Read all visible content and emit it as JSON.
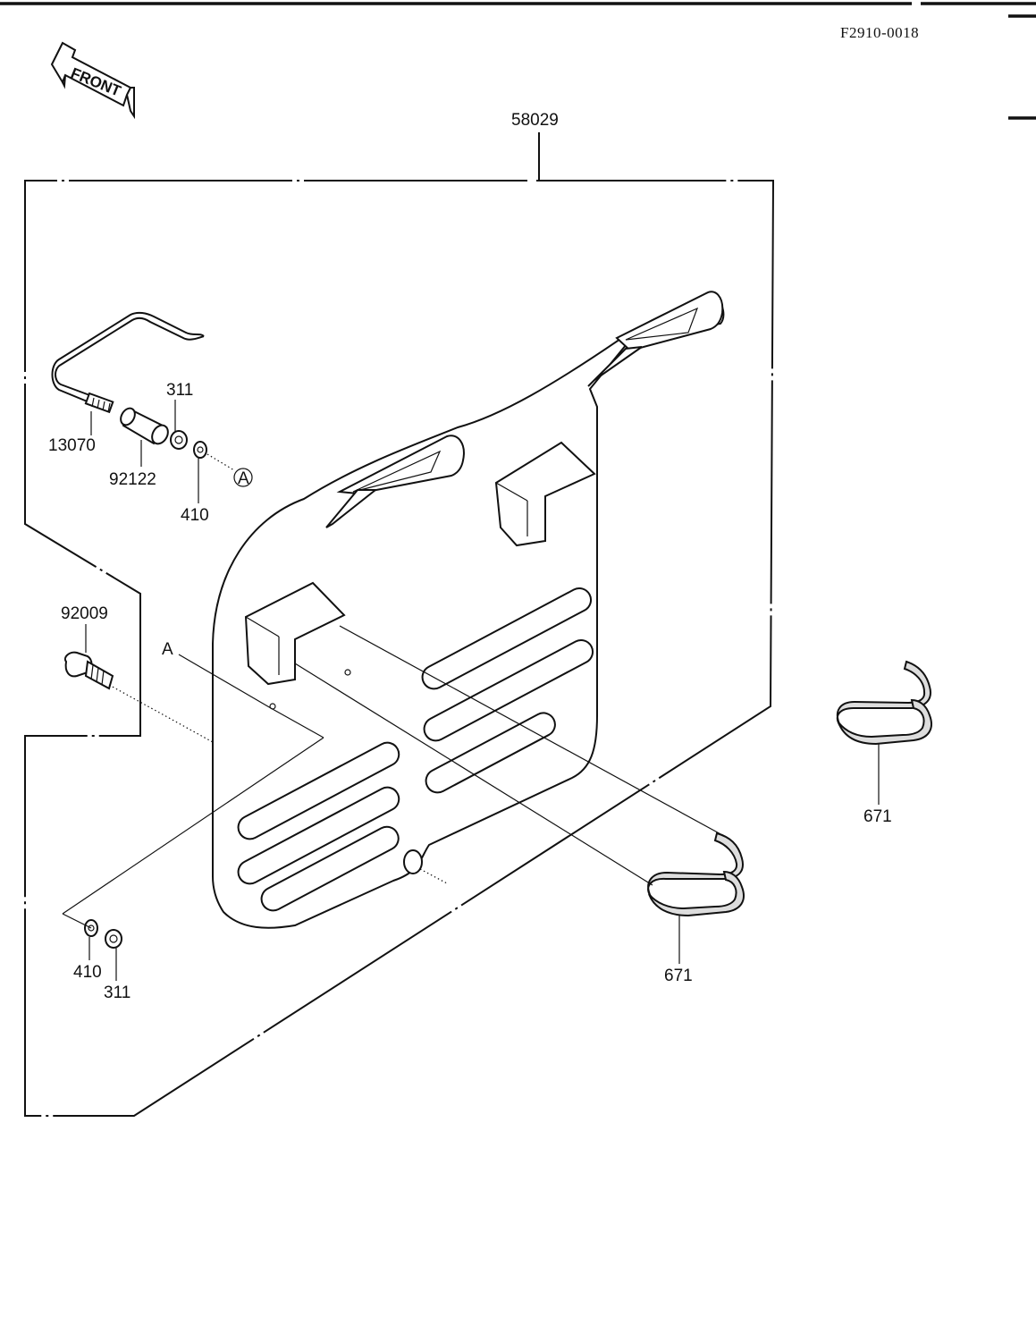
{
  "header": {
    "diagram_code": "F2910-0018",
    "front_label": "FRONT"
  },
  "parts": [
    {
      "number": "58029"
    },
    {
      "number": "311"
    },
    {
      "number": "13070"
    },
    {
      "number": "92122"
    },
    {
      "number": "410"
    },
    {
      "number": "92009"
    },
    {
      "number": "410"
    },
    {
      "number": "311"
    },
    {
      "number": "671"
    },
    {
      "number": "671"
    }
  ],
  "refs": {
    "ref_a_1": "A",
    "ref_a_2": "A"
  }
}
